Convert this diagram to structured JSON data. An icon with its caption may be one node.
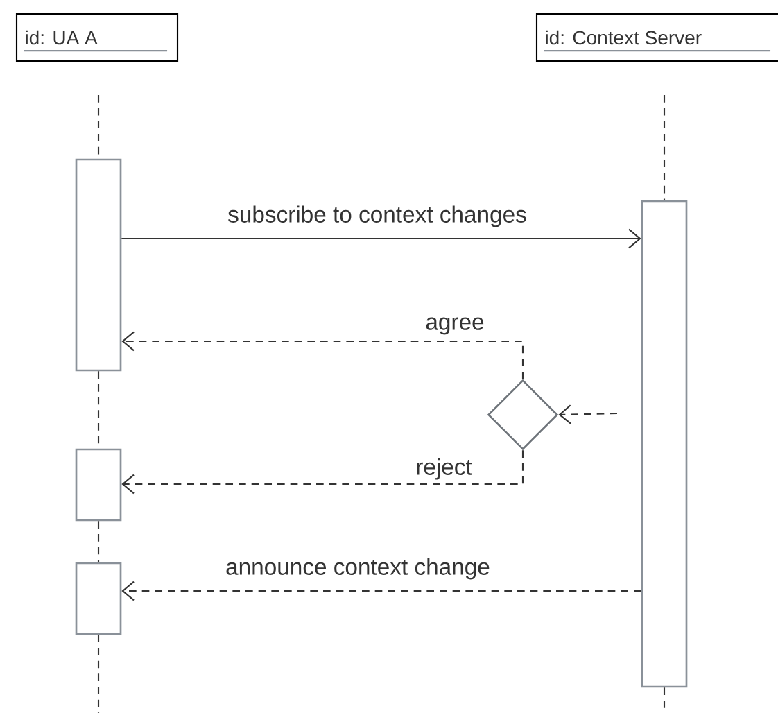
{
  "diagram": {
    "nodes": [
      {
        "text": [
          "id: UA A"
        ]
      },
      {
        "text": [
          "id: Context Server"
        ]
      },
      {
        "text": [],
        "shape": "bar"
      },
      {
        "text": [],
        "shape": "bar"
      },
      {
        "text": [],
        "shape": "bar"
      },
      {
        "text": [],
        "shape": "bar"
      },
      {
        "text": [],
        "shape": "diamond"
      }
    ],
    "edges": [
      {
        "from": 0,
        "to": 2,
        "arrow": "none",
        "style": "dashed"
      },
      {
        "from": 2,
        "to": 3,
        "arrow": "none",
        "style": "dashed"
      },
      {
        "from": 3,
        "to": 4,
        "arrow": "none",
        "style": "dashed"
      },
      {
        "from": 4,
        "to": null,
        "arrow": "none",
        "style": "dashed"
      },
      {
        "from": 1,
        "to": 5,
        "arrow": "none",
        "style": "dashed"
      },
      {
        "from": 5,
        "to": null,
        "arrow": "none",
        "style": "dashed"
      },
      {
        "from": 2,
        "to": 5,
        "arrow": "to",
        "label": "subscribe to context changes"
      },
      {
        "from": 6,
        "to": 2,
        "arrow": "to",
        "label": "agree",
        "style": "dashed"
      },
      {
        "from": null,
        "to": 6,
        "arrow": "to",
        "style": "dashed"
      },
      {
        "from": 6,
        "to": 3,
        "arrow": "to",
        "label": "reject",
        "style": "dashed"
      },
      {
        "from": 5,
        "to": 4,
        "arrow": "to",
        "label": "announce context change",
        "style": "dashed"
      }
    ]
  }
}
